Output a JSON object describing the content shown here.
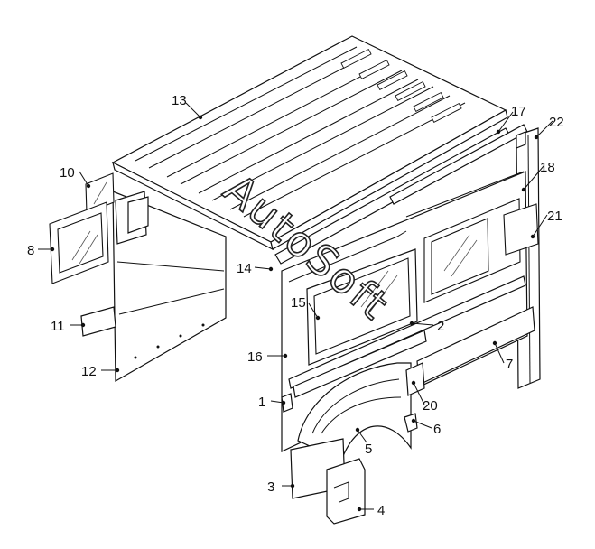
{
  "diagram": {
    "watermark": "AutoSoft",
    "callouts": [
      {
        "id": "1",
        "label": "1"
      },
      {
        "id": "2",
        "label": "2"
      },
      {
        "id": "3",
        "label": "3"
      },
      {
        "id": "4",
        "label": "4"
      },
      {
        "id": "5",
        "label": "5"
      },
      {
        "id": "6",
        "label": "6"
      },
      {
        "id": "7",
        "label": "7"
      },
      {
        "id": "8",
        "label": "8"
      },
      {
        "id": "10",
        "label": "10"
      },
      {
        "id": "11",
        "label": "11"
      },
      {
        "id": "12",
        "label": "12"
      },
      {
        "id": "13",
        "label": "13"
      },
      {
        "id": "14",
        "label": "14"
      },
      {
        "id": "15",
        "label": "15"
      },
      {
        "id": "16",
        "label": "16"
      },
      {
        "id": "17",
        "label": "17"
      },
      {
        "id": "18",
        "label": "18"
      },
      {
        "id": "20",
        "label": "20"
      },
      {
        "id": "21",
        "label": "21"
      },
      {
        "id": "22",
        "label": "22"
      }
    ]
  }
}
